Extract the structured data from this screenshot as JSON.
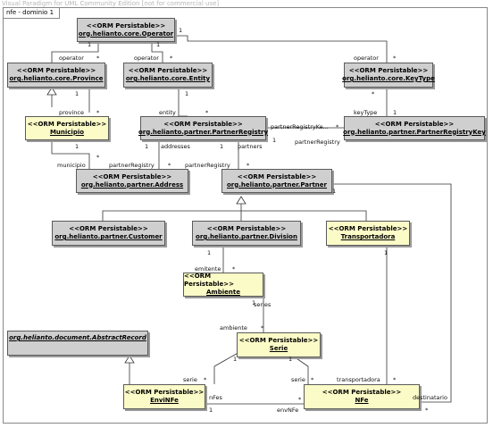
{
  "window": {
    "watermark": "Visual Paradigm for UML Community Edition [not for commercial use]"
  },
  "frame": {
    "title": "nfe - dominio 1"
  },
  "stereotype": "<<ORM Persistable>>",
  "classes": {
    "operator": "org.helianto.core.Operator",
    "province": "org.helianto.core.Province",
    "entity": "org.helianto.core.Entity",
    "keytype": "org.helianto.core.KeyType",
    "municipio": "Municipio",
    "partner_registry": "org.helianto.partner.PartnerRegistry",
    "partner_registry_key": "org.helianto.partner.PartnerRegistryKey",
    "address": "org.helianto.partner.Address",
    "partner": "org.helianto.partner.Partner",
    "customer": "org.helianto.partner.Customer",
    "division": "org.helianto.partner.Division",
    "transportadora": "Transportadora",
    "ambiente": "Ambiente",
    "abstract_record": "org.helianto.document.AbstractRecord",
    "serie": "Serie",
    "envinfe": "EnviNFe",
    "nfe": "NFe"
  },
  "labels": {
    "operator_1": "1",
    "operator_2": "1",
    "province_op": "operator",
    "province_mult": "*",
    "entity_op": "operator",
    "entity_mult": "*",
    "keytype_op": "operator",
    "keytype_mult": "*",
    "prov_1": "1",
    "prov_province": "province",
    "prov_star": "*",
    "entity_1": "1",
    "entity_entity": "entity",
    "entity_star": "*",
    "keytype_1": "*",
    "keytype_keytype": "keyType",
    "keytype_one": "1",
    "mun_1": "1",
    "mun_municipio": "municipio",
    "mun_star": "*",
    "pr_addresses": "addresses",
    "pr_1a": "1",
    "pr_partners": "partners",
    "pr_1b": "1",
    "pr_regkey_left": "partnerRegistryKe...",
    "pr_star": "*",
    "prk_1": "1",
    "prk_reg": "partnerRegistry",
    "addr_reg": "partnerRegistry",
    "addr_star": "*",
    "part_reg": "partnerRegistry",
    "part_star": "*",
    "part_1": "1",
    "div_1": "1",
    "amb_emitente": "emitente",
    "amb_star": "*",
    "amb_1": "1",
    "amb_series": "series",
    "serie_ambiente": "ambiente",
    "serie_star": "*",
    "serie_1a": "1",
    "serie_1b": "1",
    "env_serie": "serie",
    "env_star": "*",
    "nfe_serie": "serie",
    "nfe_star": "*",
    "trans_1": "1",
    "nfe_transportadora": "transportadora",
    "nfe_star2": "*",
    "env_nfes": "nFes",
    "env_1": "1",
    "nfe_envnfe": "envNFe",
    "nfe_star3": "*",
    "nfe_destinatario": "destinatario",
    "nfe_star4": "*"
  }
}
